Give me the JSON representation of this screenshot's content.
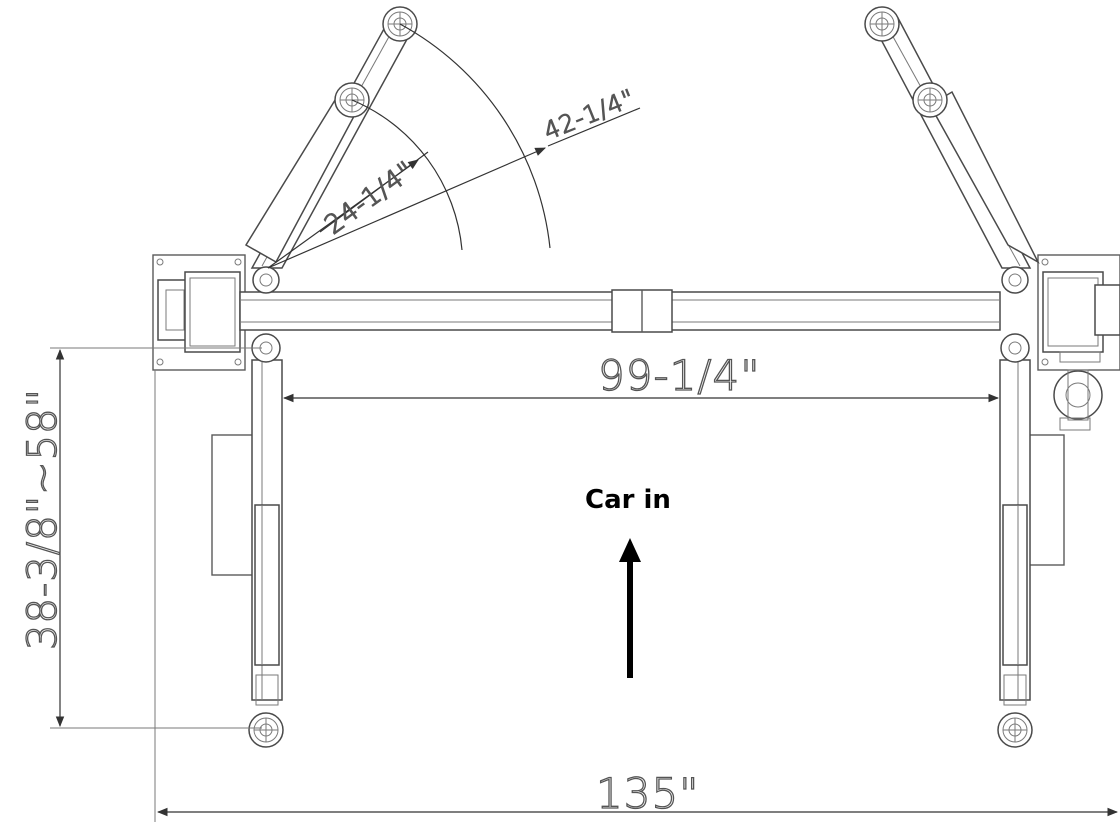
{
  "dimensions": {
    "arm_reach_inner": "24-1/4\"",
    "arm_reach_outer": "42-1/4\"",
    "drive_through": "99-1/4\"",
    "arm_range": "38-3/8\"~58\"",
    "overall_width": "135\""
  },
  "labels": {
    "direction": "Car in"
  },
  "colors": {
    "line": "#4a4a4a",
    "text": "#000000",
    "background": "#ffffff"
  }
}
